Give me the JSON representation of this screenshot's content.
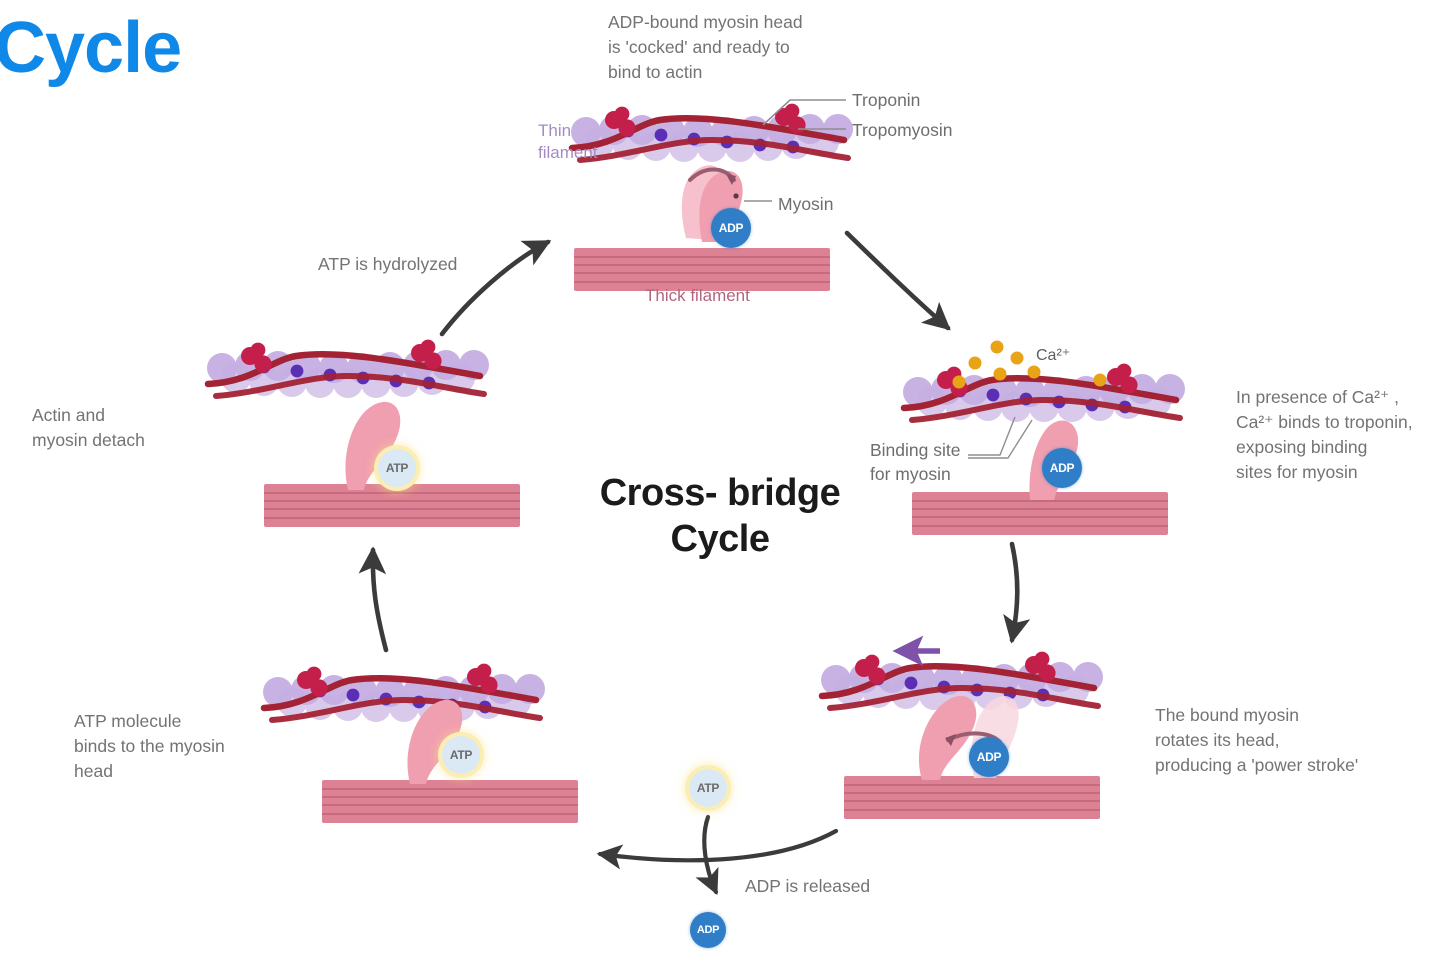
{
  "slide": {
    "title": "Cycle",
    "title_color": "#1088e8",
    "center_title": "Cross-\nbridge Cycle",
    "background": "#ffffff"
  },
  "palette": {
    "actin": "#c9b4e0",
    "actin_light": "#ddd0ee",
    "binding_site": "#5b2fb5",
    "tropomyosin": "#a32234",
    "troponin": "#c41f4b",
    "myosin_head": "#f09fb0",
    "myosin_ghost": "#f8d7df",
    "thick_filament": "#dd8294",
    "thick_filament_line": "#c4667b",
    "adp_blue": "#2f7ec7",
    "atp_fill": "#dbe9f5",
    "atp_ring": "#fbeeb4",
    "calcium": "#e8a317",
    "arrow": "#3b3b3b",
    "power_arrow": "#7d52a8",
    "annotation_text": "#737373",
    "leader_line": "#8e8e8e"
  },
  "annotations": [
    {
      "id": "cocked",
      "text": "ADP-bound myosin head\nis 'cocked' and ready to\nbind to actin"
    },
    {
      "id": "calcium-binds",
      "text": "In presence of Ca²⁺ ,\nCa²⁺ binds to troponin,\nexposing binding\nsites for myosin"
    },
    {
      "id": "power-stroke",
      "text": "The bound myosin\nrotates its head,\nproducing a 'power stroke'"
    },
    {
      "id": "adp-released",
      "text": "ADP is released"
    },
    {
      "id": "atp-binds",
      "text": "ATP molecule\nbinds to the myosin\nhead"
    },
    {
      "id": "detach",
      "text": "Actin and\nmyosin detach"
    },
    {
      "id": "hydrolyzed",
      "text": "ATP is hydrolyzed"
    }
  ],
  "leader_labels": {
    "troponin": "Troponin",
    "tropomyosin": "Tropomyosin",
    "myosin": "Myosin",
    "binding_site": "Binding site\nfor myosin",
    "calcium_ion": "Ca²⁺"
  },
  "filament_labels": {
    "thin": "Thin\nfilament",
    "thick": "Thick filament"
  },
  "badges": {
    "adp": "ADP",
    "atp": "ATP"
  },
  "panels": [
    {
      "id": "panel-top",
      "state": "cocked",
      "nucleotide": "ADP"
    },
    {
      "id": "panel-right-upper",
      "state": "calcium-bound",
      "nucleotide": "ADP"
    },
    {
      "id": "panel-right-lower",
      "state": "power-stroke",
      "nucleotide": "ADP"
    },
    {
      "id": "panel-left-lower",
      "state": "atp-bound",
      "nucleotide": "ATP"
    },
    {
      "id": "panel-left-upper",
      "state": "detached",
      "nucleotide": "ATP"
    }
  ],
  "free_molecules": [
    {
      "id": "free-atp",
      "label": "ATP"
    },
    {
      "id": "free-adp",
      "label": "ADP"
    }
  ]
}
